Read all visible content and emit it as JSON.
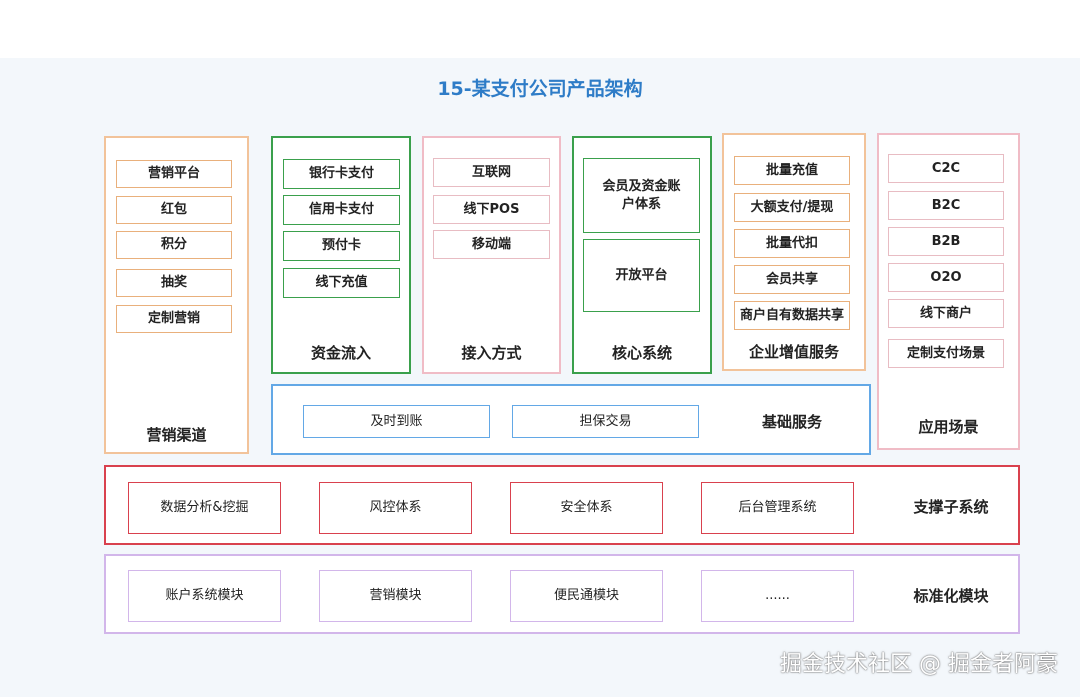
{
  "title": "15-某支付公司产品架构",
  "marketing": {
    "label": "营销渠道",
    "items": [
      "营销平台",
      "红包",
      "积分",
      "抽奖",
      "定制营销"
    ]
  },
  "inflow": {
    "label": "资金流入",
    "items": [
      "银行卡支付",
      "信用卡支付",
      "预付卡",
      "线下充值"
    ]
  },
  "access": {
    "label": "接入方式",
    "items": [
      "互联网",
      "线下POS",
      "移动端"
    ]
  },
  "core": {
    "label": "核心系统",
    "items": [
      "会员及资金账户体系",
      "开放平台"
    ]
  },
  "enterprise": {
    "label": "企业增值服务",
    "items": [
      "批量充值",
      "大额支付/提现",
      "批量代扣",
      "会员共享",
      "商户自有数据共享"
    ]
  },
  "scenarios": {
    "label": "应用场景",
    "items": [
      "C2C",
      "B2C",
      "B2B",
      "O2O",
      "线下商户",
      "定制支付场景"
    ]
  },
  "basic": {
    "label": "基础服务",
    "items": [
      "及时到账",
      "担保交易"
    ]
  },
  "support": {
    "label": "支撑子系统",
    "items": [
      "数据分析&挖掘",
      "风控体系",
      "安全体系",
      "后台管理系统"
    ]
  },
  "standard": {
    "label": "标准化模块",
    "items": [
      "账户系统模块",
      "营销模块",
      "便民通模块",
      "......"
    ]
  },
  "watermark": "掘金技术社区 @ 掘金者阿豪"
}
